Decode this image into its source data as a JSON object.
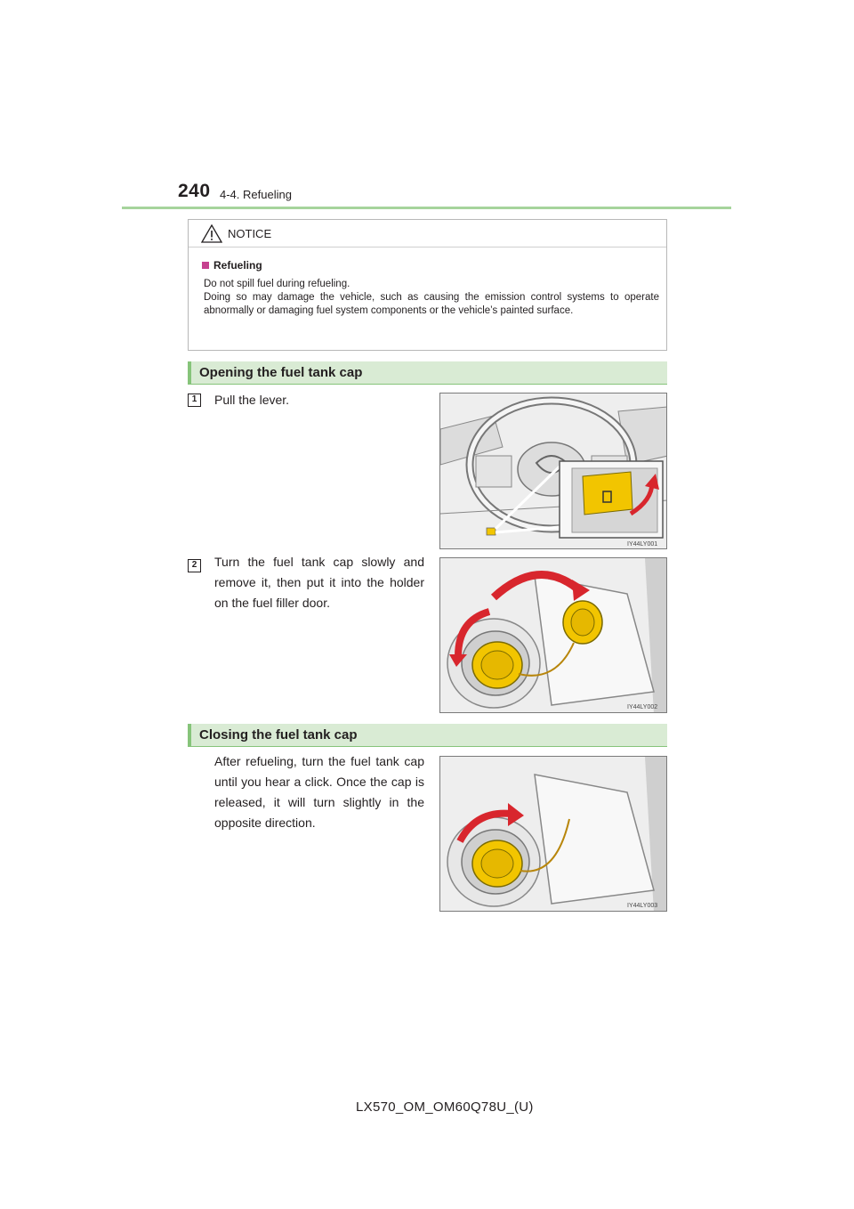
{
  "header": {
    "page_number": "240",
    "section": "4-4. Refueling"
  },
  "notice": {
    "label": "NOTICE",
    "subheading": "Refueling",
    "lines": [
      "Do not spill fuel during refueling.",
      "Doing so may damage the vehicle, such as causing the emission control systems to operate abnormally or damaging fuel system components or the vehicle’s painted surface."
    ]
  },
  "opening": {
    "heading": "Opening the fuel tank cap",
    "steps": [
      {
        "number": "1",
        "text": "Pull the lever.",
        "figure_code": "IY44LY001"
      },
      {
        "number": "2",
        "text": "Turn the fuel tank cap slowly and remove it, then put it into the holder on the fuel filler door.",
        "figure_code": "IY44LY002"
      }
    ]
  },
  "closing": {
    "heading": "Closing the fuel tank cap",
    "text": "After refueling, turn the fuel tank cap until you hear a click. Once the cap is released, it will turn slightly in the opposite direction.",
    "figure_code": "IY44LY003"
  },
  "footer": {
    "model_code": "LX570_OM_OM60Q78U_(U)"
  },
  "colors": {
    "accent_green": "#86c47a",
    "heading_bg": "#d9ebd4",
    "notice_marker": "#c6418f",
    "cap_yellow": "#f2c500",
    "arrow_red": "#d8262d"
  }
}
